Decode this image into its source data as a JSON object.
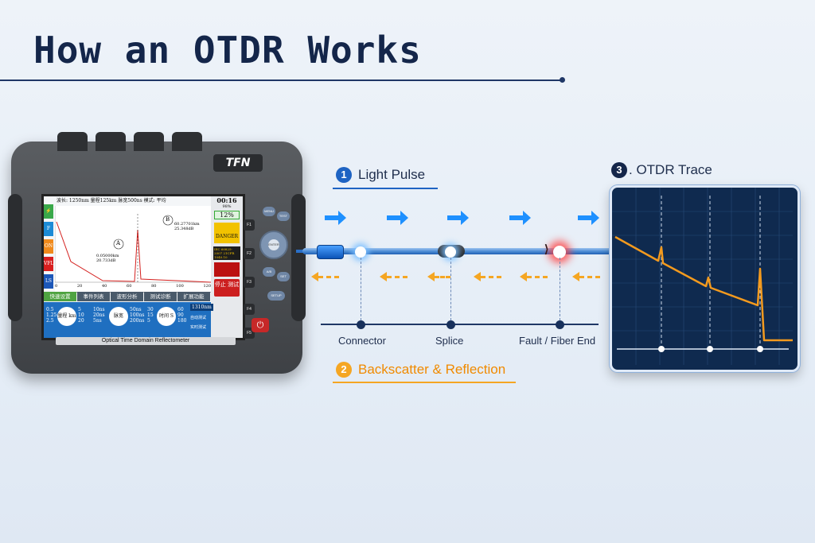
{
  "title": "How an OTDR Works",
  "device": {
    "brand": "TFN",
    "status_line": "波长: 1250nm  量程125km  脉宽500ns  模式: 平均",
    "time": "00:16",
    "battery": "98%",
    "percent": "12%",
    "danger_label": "DANGER",
    "laser_note": "IEC 60825-2007 21CFR 1040.10",
    "side_tabs": [
      "⚡",
      "F",
      "ON",
      "VFL",
      "LS"
    ],
    "marker_a": "A",
    "marker_b": "B",
    "reading_a": "0.05000km 20.733dB",
    "reading_b": "60.27701km 25.348dB",
    "x_ticks": [
      "0",
      "20",
      "40",
      "60",
      "80",
      "100",
      "120"
    ],
    "menu_tabs": [
      "快速设置",
      "事件列表",
      "波形分析",
      "测试诊断",
      "扩展功能"
    ],
    "dials": [
      {
        "label": "量程 km",
        "left": [
          "0.5",
          "1.25",
          "2.5"
        ],
        "right": [
          "5",
          "10",
          "20"
        ]
      },
      {
        "label": "脉宽",
        "left": [
          "10ns",
          "20ns",
          "5ns"
        ],
        "right": [
          "50ns",
          "100ns",
          "200ns"
        ]
      },
      {
        "label": "时间 S",
        "left": [
          "30",
          "15",
          "5"
        ],
        "right": [
          "60",
          "90",
          "180"
        ]
      }
    ],
    "wavelength": "1310nm",
    "auto_test": "自动测试",
    "realtime_test": "实时测试",
    "stop_test": "停止 测试",
    "caption": "Optical Time Domain Reflectometer",
    "fkeys": [
      "F1",
      "F2",
      "F3",
      "F4",
      "F5"
    ],
    "pad_center": "ENTER",
    "keys": [
      "MENU",
      "TEST",
      "A/B",
      "SET",
      "SETUP"
    ],
    "power_icon": "⏻"
  },
  "steps": [
    {
      "num": "1",
      "label": "Light Pulse",
      "color": "#1e63c3"
    },
    {
      "num": "2",
      "label": "Backscatter & Reflection",
      "color": "#f5a623"
    },
    {
      "num": "3",
      "label": ". OTDR Trace",
      "color": "#14264a"
    }
  ],
  "events": [
    "Connector",
    "Splice",
    "Fault / Fiber End"
  ],
  "colors": {
    "pulse": "#1e90ff",
    "backscatter": "#f5a623",
    "trace": "#f39a1e",
    "fault": "#ff3b3b"
  },
  "icons": [
    "arrow-right-icon",
    "arrow-left-dashed-icon",
    "fiber-break-icon",
    "power-icon"
  ]
}
